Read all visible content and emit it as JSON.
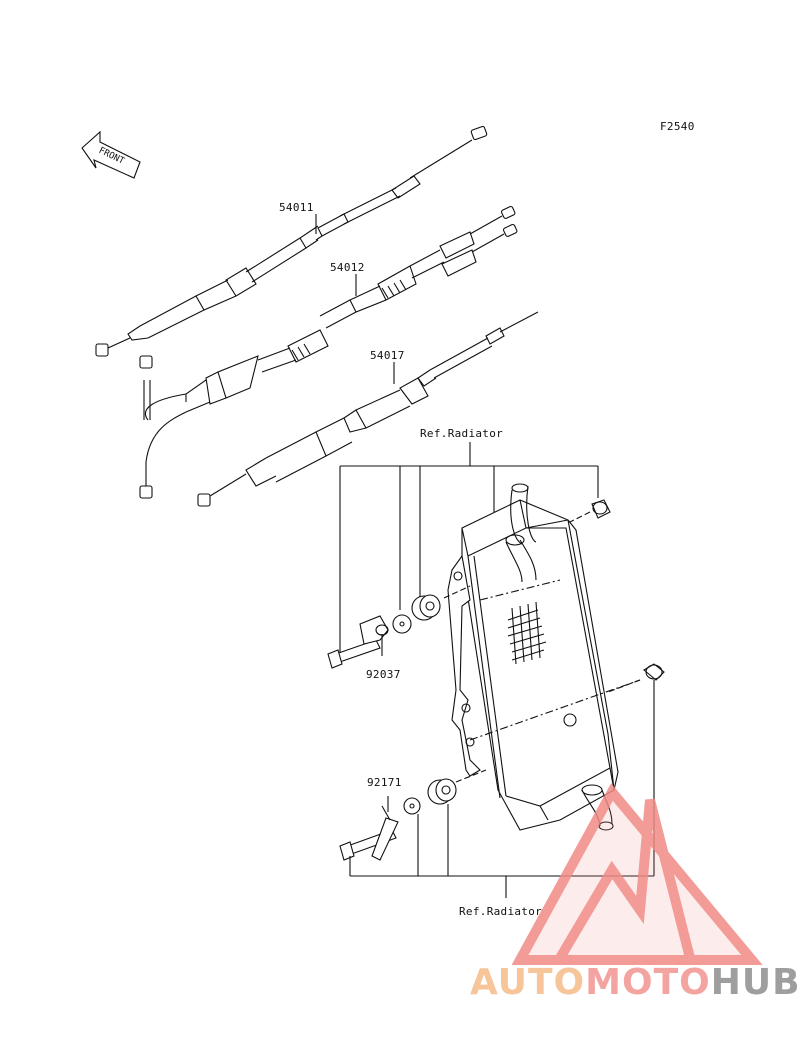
{
  "diagram": {
    "code": "F2540",
    "front_arrow_label": "FRONT",
    "parts": [
      {
        "number": "54011"
      },
      {
        "number": "54012"
      },
      {
        "number": "54017"
      },
      {
        "number": "92037"
      },
      {
        "number": "92171"
      }
    ],
    "refs": {
      "top": "Ref.Radiator",
      "bottom": "Ref.Radiator"
    }
  },
  "watermark": {
    "part1": "AUTO",
    "part2": "MOTO",
    "part3": "HUB",
    "colors": {
      "part1": "#f6c69a",
      "part2": "#f4a4a0",
      "part3": "#9e9e9e",
      "triangle": "#f08a86"
    }
  }
}
